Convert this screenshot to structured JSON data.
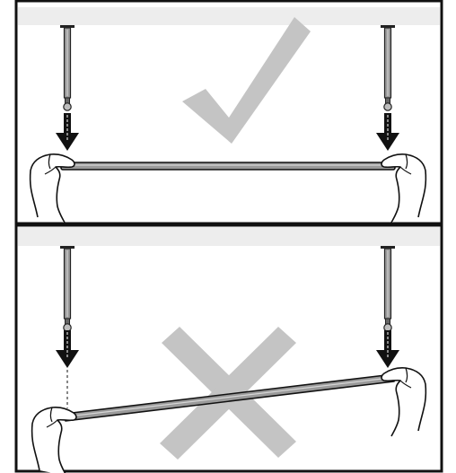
{
  "figure": {
    "panels": [
      {
        "id": "correct",
        "verdict": "correct",
        "verdict_icon": "checkmark-icon",
        "rod_state": "level",
        "note_color": "#c4c4c4"
      },
      {
        "id": "incorrect",
        "verdict": "incorrect",
        "verdict_icon": "cross-icon",
        "rod_state": "tilted",
        "note_color": "#c4c4c4"
      }
    ],
    "colors": {
      "frame": "#111111",
      "ceiling_band": "#ededed",
      "rod_fill": "#9a9a9a",
      "verdict_mark": "#c4c4c4",
      "arrow": "#111111"
    }
  }
}
